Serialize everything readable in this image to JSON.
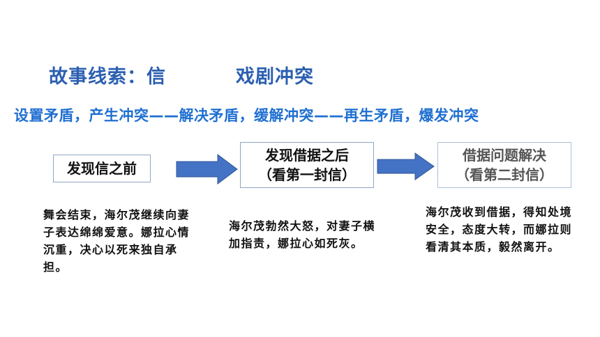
{
  "header": {
    "title_left": "故事线索：信",
    "title_right": "戏剧冲突",
    "subtitle": "设置矛盾，产生冲突——解决矛盾，缓解冲突——再生矛盾，爆发冲突"
  },
  "stages": [
    {
      "line1": "发现信之前",
      "line2": "",
      "description": "舞会结束，海尔茂继续向妻子表达绵绵爱意。娜拉心情沉重，决心以死来独自承担。"
    },
    {
      "line1": "发现借据之后",
      "line2": "（看第一封信）",
      "description": "海尔茂勃然大怒，对妻子横加指责，娜拉心如死灰。"
    },
    {
      "line1": "借据问题解决",
      "line2": "（看第二封信）",
      "description": "海尔茂收到借据，得知处境安全，态度大转，而娜拉则看清其本质，毅然离开。"
    }
  ],
  "colors": {
    "title": "#2b5fb0",
    "subtitle": "#1f6fd1",
    "arrow_fill": "#4472c4",
    "arrow_stroke": "#2f5597"
  }
}
